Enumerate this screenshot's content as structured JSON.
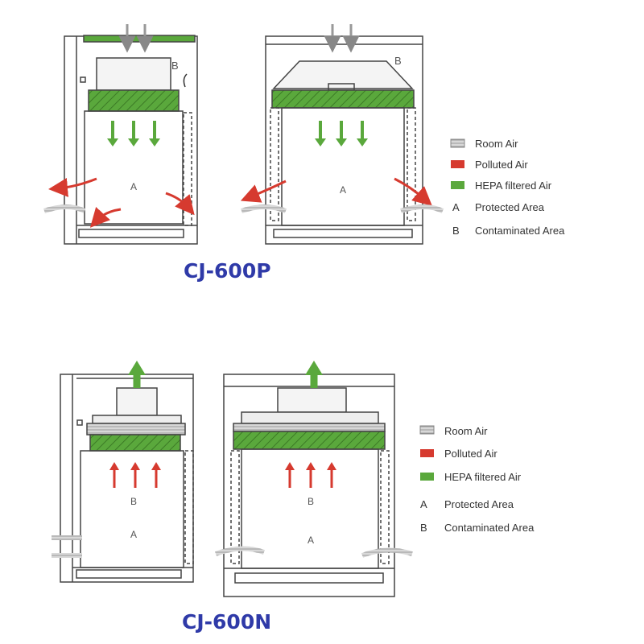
{
  "colors": {
    "room_air": "#b8b8b8",
    "polluted_air": "#d63a2f",
    "hepa_air": "#5aa83c",
    "title": "#2f3aa8",
    "frame": "#444444"
  },
  "top_section": {
    "model_title": "CJ-600P",
    "left_view": {
      "label_a": "A",
      "label_b": "B"
    },
    "right_view": {
      "label_a": "A",
      "label_b": "B"
    },
    "legend": [
      {
        "key": "room_air",
        "swatch": "room_air",
        "text": "Room Air"
      },
      {
        "key": "polluted_air",
        "swatch": "polluted_air",
        "text": "Polluted Air"
      },
      {
        "key": "hepa_air",
        "swatch": "hepa_air",
        "text": "HEPA filtered Air"
      },
      {
        "key": "area_a",
        "letter": "A",
        "text": "Protected Area"
      },
      {
        "key": "area_b",
        "letter": "B",
        "text": "Contaminated Area"
      }
    ]
  },
  "bottom_section": {
    "model_title": "CJ-600N",
    "left_view": {
      "label_a": "A",
      "label_b": "B"
    },
    "right_view": {
      "label_a": "A",
      "label_b": "B"
    },
    "legend": [
      {
        "key": "room_air",
        "swatch": "room_air",
        "text": "Room Air"
      },
      {
        "key": "polluted_air",
        "swatch": "polluted_air",
        "text": "Polluted Air"
      },
      {
        "key": "hepa_air",
        "swatch": "hepa_air",
        "text": "HEPA filtered Air"
      },
      {
        "key": "area_a",
        "letter": "A",
        "text": "Protected Area"
      },
      {
        "key": "area_b",
        "letter": "B",
        "text": "Contaminated Area"
      }
    ]
  }
}
